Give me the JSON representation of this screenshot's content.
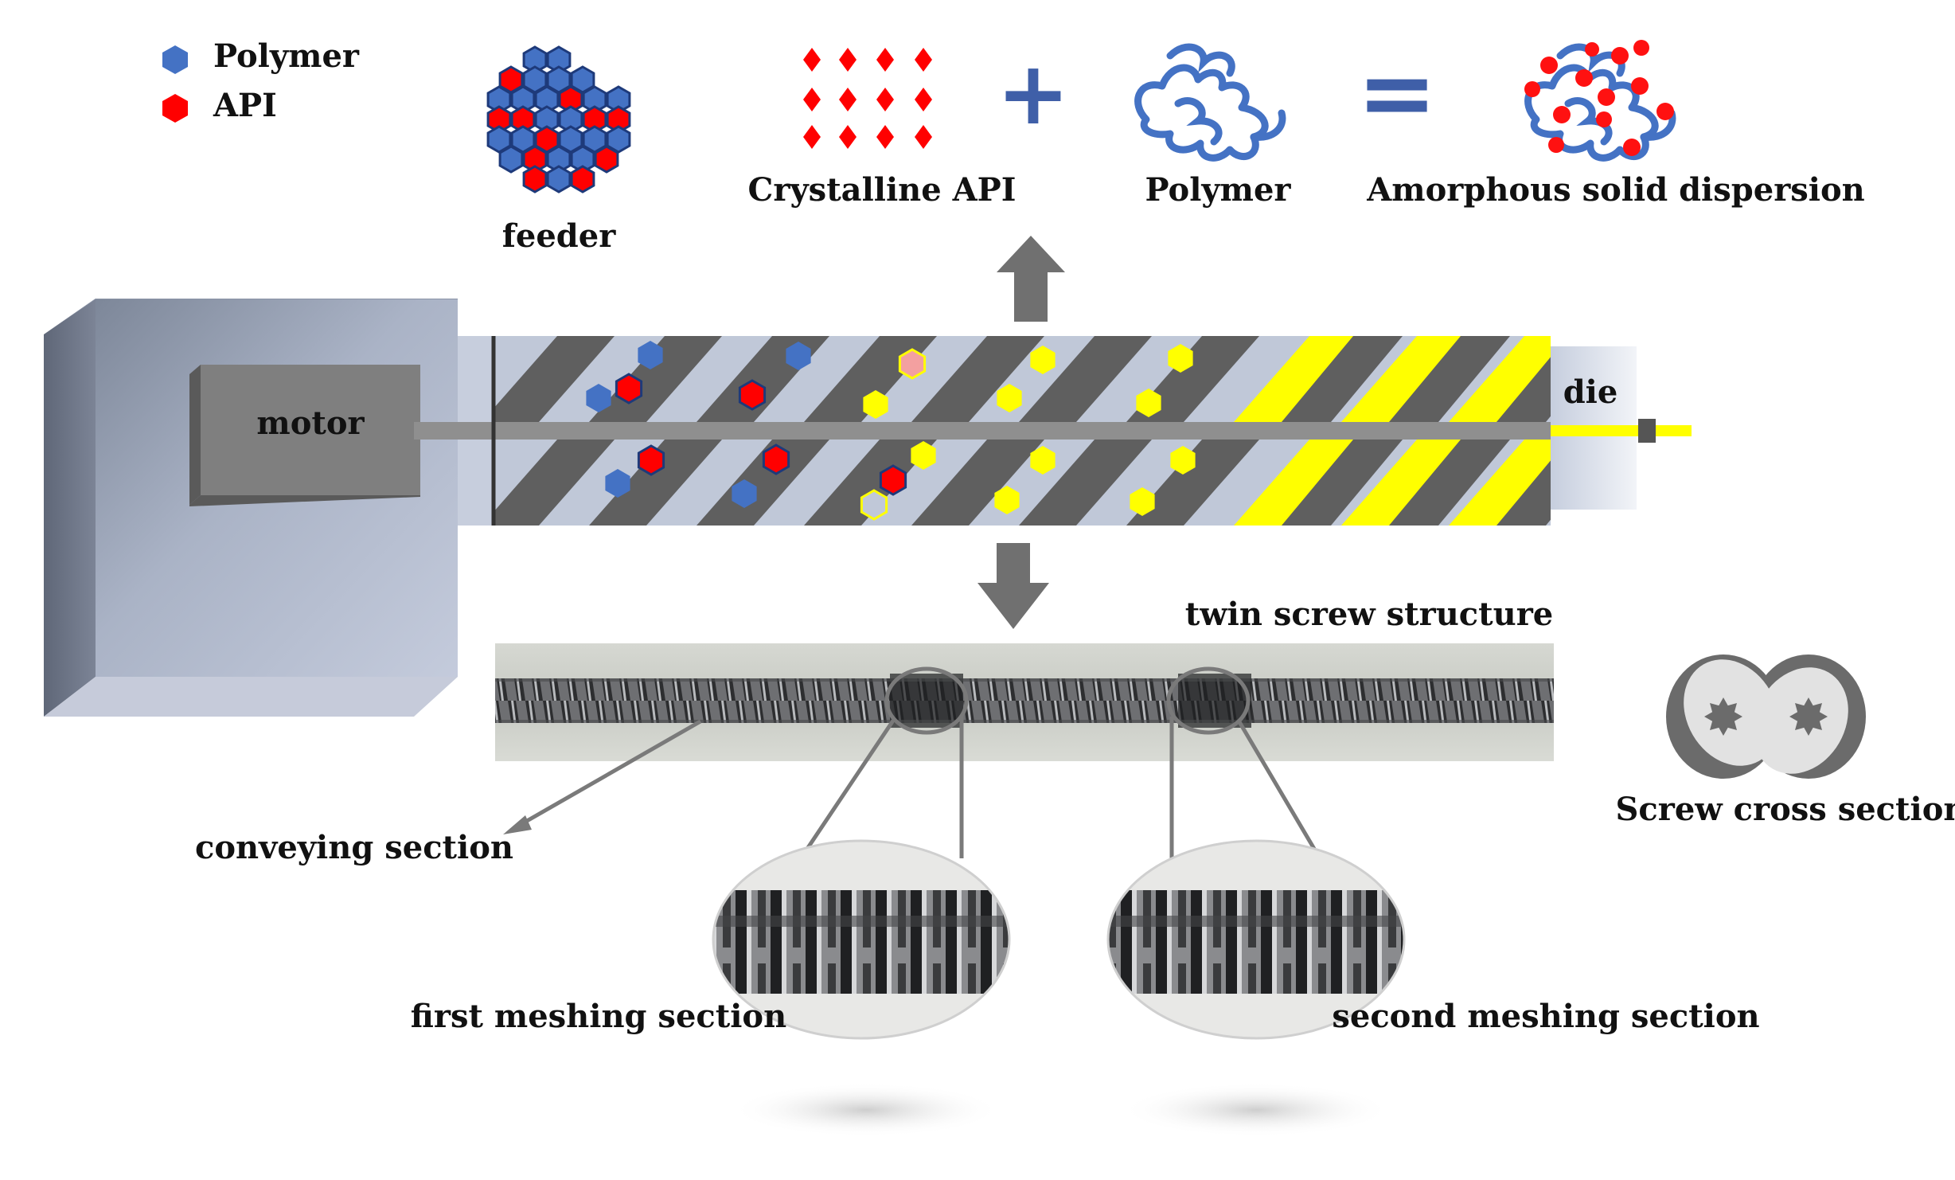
{
  "legend": {
    "polymer_label": "Polymer",
    "api_label": "API",
    "polymer_color": "#4472c4",
    "api_color": "#ff0000"
  },
  "labels": {
    "feeder": "feeder",
    "crystalline_api": "Crystalline API",
    "polymer": "Polymer",
    "amorphous": "Amorphous solid dispersion",
    "plus": "+",
    "equals": "=",
    "motor": "motor",
    "die": "die",
    "twin_screw": "twin screw structure",
    "conveying": "conveying section",
    "first_meshing": "first meshing section",
    "second_meshing": "second meshing section",
    "cross_section": "Screw cross section"
  },
  "colors": {
    "melt_yellow": "#ffff00",
    "flight_gray": "#5f5f5f",
    "barrel_fill": "#c0c8d8",
    "motor_box": "#7f7f7f",
    "arrow_gray": "#707070"
  },
  "icons": {
    "up_arrow": "block-arrow-up-icon",
    "down_arrow": "block-arrow-down-icon"
  }
}
